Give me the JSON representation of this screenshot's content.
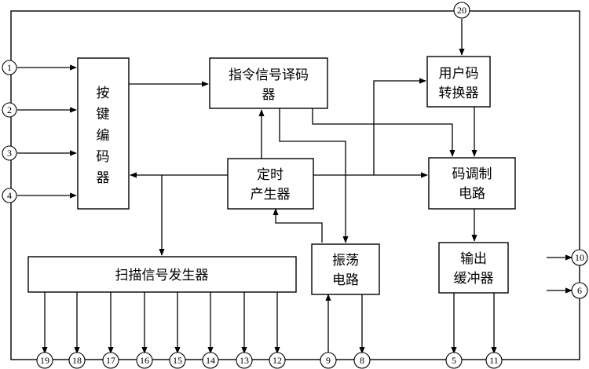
{
  "blocks": {
    "key_encoder": [
      "按",
      "键",
      "编",
      "码",
      "器"
    ],
    "instruction_decoder": [
      "指令信号译码",
      "器"
    ],
    "user_code_converter": [
      "用户码",
      "转换器"
    ],
    "timing_generator": [
      "定时",
      "产生器"
    ],
    "code_modulator": [
      "码调制",
      "电路"
    ],
    "scan_signal_generator": "扫描信号发生器",
    "oscillator": [
      "振荡",
      "电路"
    ],
    "output_buffer": [
      "输出",
      "缓冲器"
    ]
  },
  "pins": {
    "left": [
      "1",
      "2",
      "3",
      "4"
    ],
    "top": "20",
    "right": [
      "10",
      "6"
    ],
    "bottom": [
      "19",
      "18",
      "17",
      "16",
      "15",
      "14",
      "13",
      "12",
      "9",
      "8",
      "5",
      "11"
    ]
  }
}
